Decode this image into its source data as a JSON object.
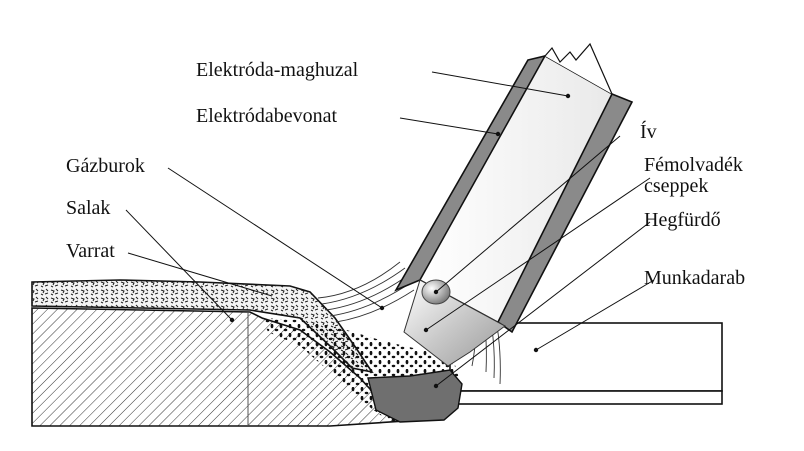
{
  "labels": {
    "electrode_core": "Elektróda-maghuzal",
    "electrode_coating": "Elektródabevonat",
    "gas_shield": "Gázburok",
    "slag": "Salak",
    "weld": "Varrat",
    "arc": "Ív",
    "droplets_line1": "Fémolvadék",
    "droplets_line2": "cseppek",
    "weld_pool": "Hegfürdő",
    "workpiece": "Munkadarab"
  }
}
